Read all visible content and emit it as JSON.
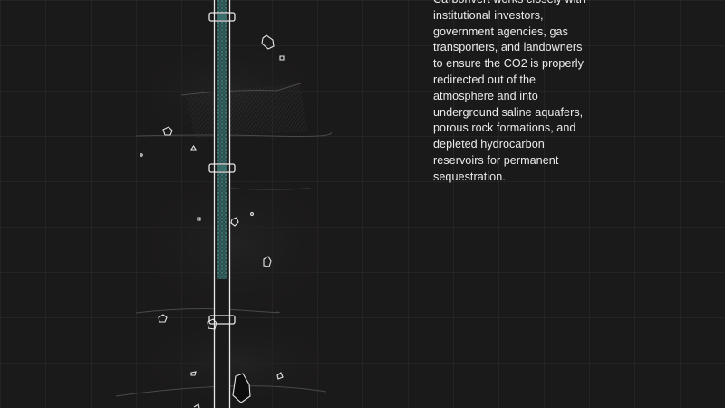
{
  "description": {
    "lines": [
      "Carbonvert works closely with",
      "institutional investors,",
      "government agencies, gas",
      "transporters, and landowners",
      "to ensure the CO2 is properly",
      "redirected out of the",
      "atmosphere and into",
      "underground saline aquafers,",
      "porous rock formations, and",
      "depleted hydrocarbon",
      "reservoirs for permanent",
      "sequestration."
    ]
  },
  "colors": {
    "background": "#1b1a1a",
    "text": "#ececec",
    "pipe_outline": "#e8e8e8",
    "co2_fill": "#3a6e6c"
  },
  "icons": {
    "pipe": "injection-well-pipe-icon",
    "rock": "rock-fragment-icon"
  }
}
